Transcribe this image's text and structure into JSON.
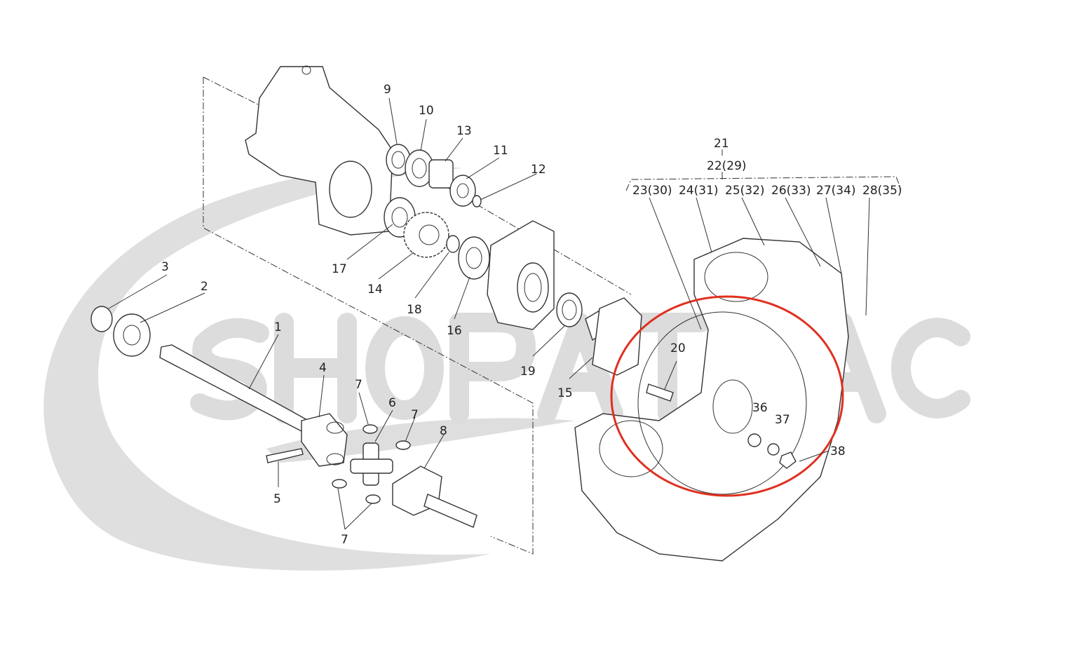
{
  "watermark": "SHOPATRAC",
  "highlight_color": "#e03020",
  "labels": {
    "p1": "1",
    "p2": "2",
    "p3": "3",
    "p4": "4",
    "p5": "5",
    "p6": "6",
    "p7a": "7",
    "p7b": "7",
    "p7c": "7",
    "p8": "8",
    "p9": "9",
    "p10": "10",
    "p11": "11",
    "p12": "12",
    "p13": "13",
    "p14": "14",
    "p15": "15",
    "p16": "16",
    "p17": "17",
    "p18": "18",
    "p19": "19",
    "p20": "20",
    "p21": "21",
    "p22": "22(29)",
    "p23": "23(30)",
    "p24": "24(31)",
    "p25": "25(32)",
    "p26": "26(33)",
    "p27": "27(34)",
    "p28": "28(35)",
    "p36": "36",
    "p37": "37",
    "p38": "38"
  }
}
